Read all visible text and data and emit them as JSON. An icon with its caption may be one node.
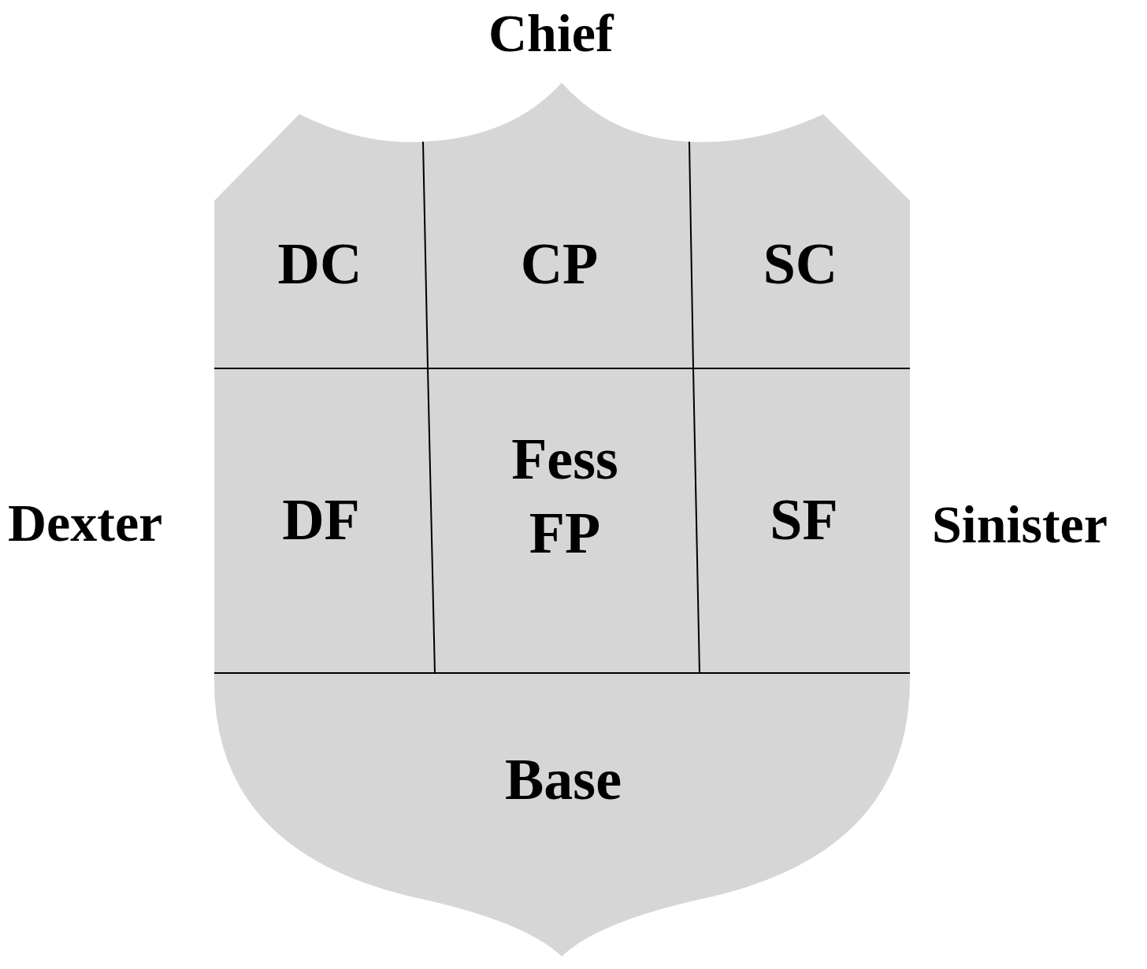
{
  "diagram": {
    "nodes": [
      {
        "text": [
          "DC"
        ]
      },
      {
        "text": [
          "CP"
        ]
      },
      {
        "text": [
          "SC"
        ]
      },
      {
        "text": [
          "Fess",
          "FP"
        ]
      },
      {
        "text": [
          "DF"
        ]
      },
      {
        "text": [
          "SF"
        ]
      },
      {
        "text": [
          "Base"
        ]
      }
    ],
    "edges": [],
    "labels": [
      "Chief",
      "Dexter",
      "Sinister"
    ]
  }
}
